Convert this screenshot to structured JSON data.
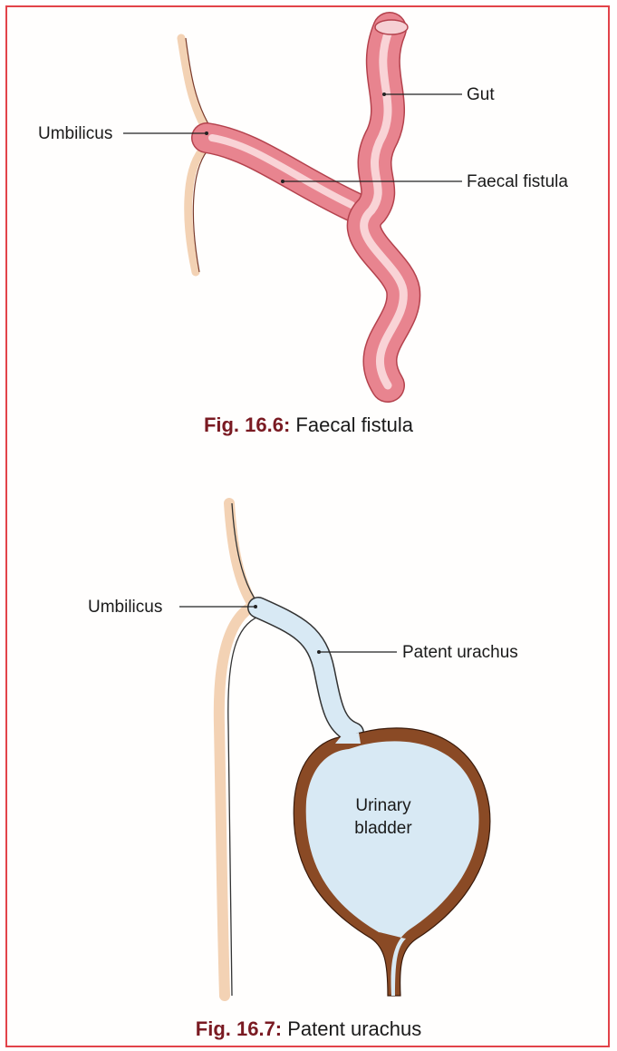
{
  "figures": [
    {
      "number": "Fig. 16.6:",
      "title": "Faecal fistula",
      "labels": {
        "umbilicus": "Umbilicus",
        "gut": "Gut",
        "fistula": "Faecal fistula"
      }
    },
    {
      "number": "Fig. 16.7:",
      "title": "Patent urachus",
      "labels": {
        "umbilicus": "Umbilicus",
        "urachus": "Patent urachus",
        "bladder_line1": "Urinary",
        "bladder_line2": "bladder"
      }
    }
  ],
  "colors": {
    "frame_border": "#e2434a",
    "gut_pink": "#e8848f",
    "gut_highlight": "#fbe0e3",
    "skin_beige": "#f3d2b4",
    "urachus_blue": "#d8e9f4",
    "bladder_wall": "#8a4a25",
    "caption_number": "#7a1a22"
  }
}
